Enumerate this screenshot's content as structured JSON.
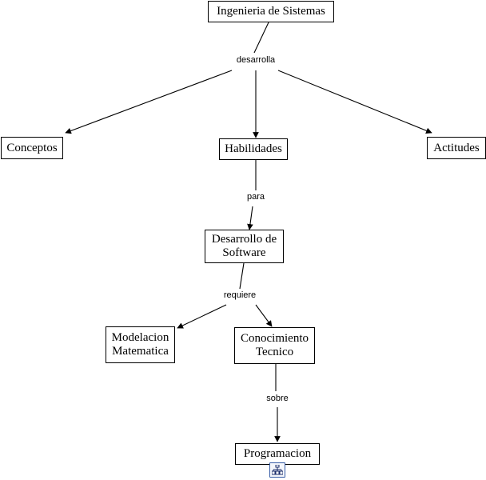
{
  "diagram": {
    "title": "Ingenieria de Sistemas",
    "background_color": "#ffffff",
    "line_color": "#000000",
    "nodes": [
      {
        "id": "ingenieria",
        "lines": [
          "Ingenieria de Sistemas"
        ]
      },
      {
        "id": "conceptos",
        "lines": [
          "Conceptos"
        ]
      },
      {
        "id": "habilidades",
        "lines": [
          "Habilidades"
        ]
      },
      {
        "id": "actitudes",
        "lines": [
          "Actitudes"
        ]
      },
      {
        "id": "desarrollo",
        "lines": [
          "Desarrollo de",
          "Software"
        ]
      },
      {
        "id": "modelacion",
        "lines": [
          "Modelacion",
          "Matematica"
        ]
      },
      {
        "id": "conocimiento",
        "lines": [
          "Conocimiento",
          "Tecnico"
        ]
      },
      {
        "id": "programacion",
        "lines": [
          "Programacion"
        ]
      }
    ],
    "link_labels": [
      {
        "id": "desarrolla",
        "text": "desarrolla"
      },
      {
        "id": "para",
        "text": "para"
      },
      {
        "id": "requiere",
        "text": "requiere"
      },
      {
        "id": "sobre",
        "text": "sobre"
      }
    ],
    "icons": [
      {
        "id": "submap",
        "name": "submap-icon",
        "border_color": "#3a5fa8"
      }
    ]
  }
}
